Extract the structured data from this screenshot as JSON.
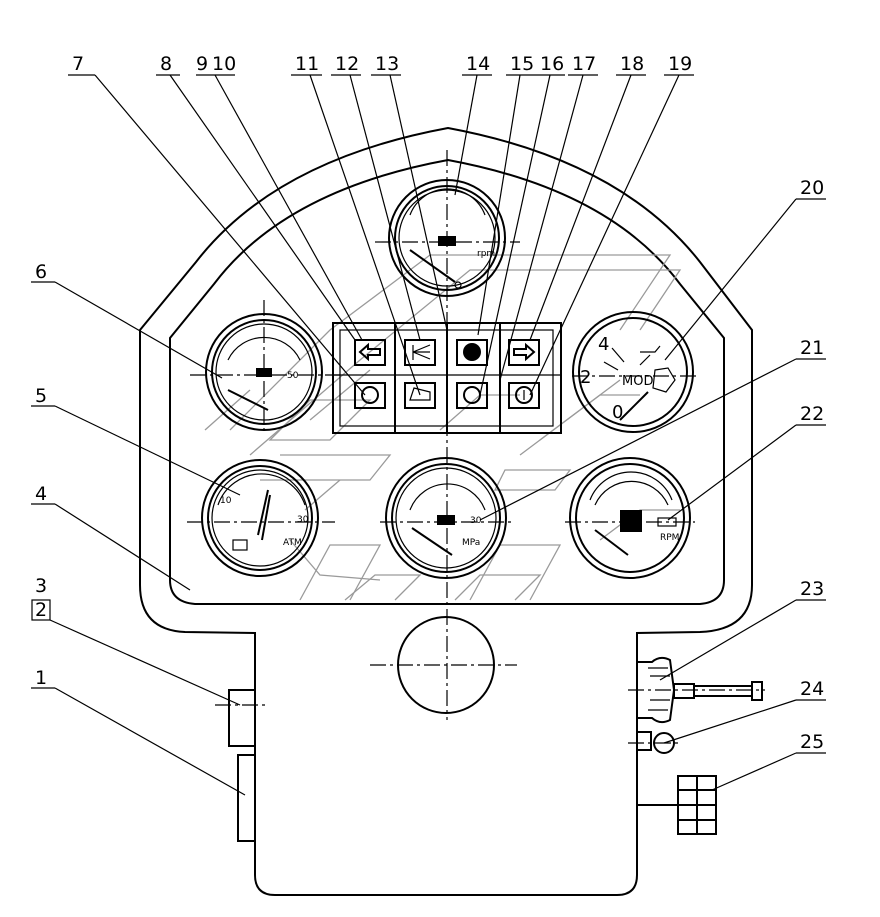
{
  "labels": [
    "1",
    "2",
    "3",
    "4",
    "5",
    "6",
    "7",
    "8",
    "9",
    "10",
    "11",
    "12",
    "13",
    "14",
    "15",
    "16",
    "17",
    "18",
    "19",
    "20",
    "21",
    "22",
    "23",
    "24",
    "25"
  ],
  "gauges": {
    "fuel": {
      "text": "RPM"
    },
    "oil_pressure": {
      "tick_labels": [
        "4",
        "2",
        "0",
        "MOD"
      ]
    },
    "air_pressure": {
      "text": "ATM"
    },
    "temperature": {
      "text": "MPa"
    }
  }
}
